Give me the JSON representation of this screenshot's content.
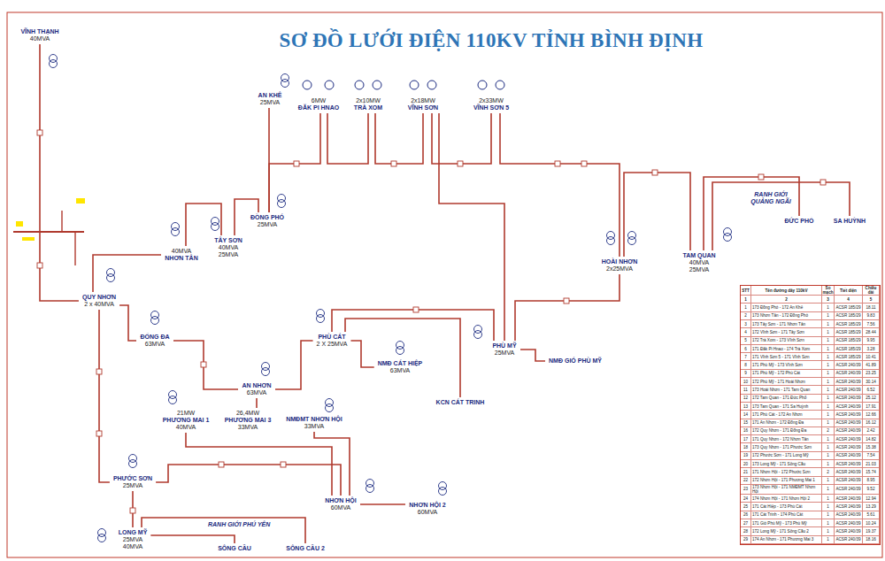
{
  "diagram": {
    "title": "SƠ ĐỒ LƯỚI ĐIỆN 110KV TỈNH BÌNH ĐỊNH",
    "nodes": [
      {
        "text": [
          "VĨNH THẠNH",
          "40MVA"
        ]
      },
      {
        "text": [
          "AN KHÊ",
          "25MVA"
        ]
      },
      {
        "text": [
          "6MW",
          "ĐĂK PI HNAO"
        ]
      },
      {
        "text": [
          "2x10MW",
          "TRÀ XOM"
        ]
      },
      {
        "text": [
          "2x18MW",
          "VĨNH SƠN"
        ]
      },
      {
        "text": [
          "2x33MW",
          "VĨNH SƠN 5"
        ]
      },
      {
        "text": [
          "40MVA",
          "NHƠN TÂN"
        ]
      },
      {
        "text": [
          "TÂY SƠN",
          "40MVA",
          "25MVA"
        ]
      },
      {
        "text": [
          "ĐỒNG PHÓ",
          "25MVA"
        ]
      },
      {
        "text": [
          "ĐỨC PHỔ"
        ]
      },
      {
        "text": [
          "SA HUỲNH"
        ]
      },
      {
        "text": [
          "HOÀI NHƠN",
          "2x25MVA"
        ]
      },
      {
        "text": [
          "TAM QUAN",
          "40MVA",
          "25MVA"
        ]
      },
      {
        "text": [
          "QUY NHƠN",
          "2 x 40MVA"
        ]
      },
      {
        "text": [
          "ĐỐNG ĐA",
          "63MVA"
        ]
      },
      {
        "text": [
          "PHÙ CÁT",
          "2 X 25MVA"
        ]
      },
      {
        "text": [
          "AN NHƠN",
          "63MVA"
        ]
      },
      {
        "text": [
          "NMĐ CÁT HIỆP",
          "63MVA"
        ]
      },
      {
        "text": [
          "KCN CÁT TRINH"
        ]
      },
      {
        "text": [
          "PHÙ MỸ",
          "25MVA"
        ]
      },
      {
        "text": [
          "NMĐ GIÓ PHÙ MỸ"
        ]
      },
      {
        "text": [
          "21MW",
          "PHƯƠNG MAI 1",
          "40MVA"
        ]
      },
      {
        "text": [
          "26,4MW",
          "PHƯƠNG MAI 3",
          "33MVA"
        ]
      },
      {
        "text": [
          "NMĐMT NHƠN HỘI",
          "33MVA"
        ]
      },
      {
        "text": [
          "PHƯỚC SƠN",
          "25MVA"
        ]
      },
      {
        "text": [
          "LONG MỸ",
          "25MVA",
          "40MVA"
        ]
      },
      {
        "text": [
          "NHƠN HỘI",
          "60MVA"
        ]
      },
      {
        "text": [
          "NHƠN HỘI 2",
          "60MVA"
        ]
      },
      {
        "text": [
          "SÔNG CẦU"
        ]
      },
      {
        "text": [
          "SÔNG CẦU 2"
        ]
      }
    ],
    "edges": [
      {
        "from": 0,
        "to": 13,
        "arrow": "none"
      },
      {
        "from": 13,
        "to": 6,
        "arrow": "none"
      },
      {
        "from": 6,
        "to": 7,
        "arrow": "none"
      },
      {
        "from": 7,
        "to": 8,
        "arrow": "none"
      },
      {
        "from": 8,
        "to": 1,
        "arrow": "none"
      },
      {
        "from": 8,
        "to": 2,
        "arrow": "none"
      },
      {
        "from": 2,
        "to": 3,
        "arrow": "none"
      },
      {
        "from": 3,
        "to": 4,
        "arrow": "none"
      },
      {
        "from": 4,
        "to": 5,
        "arrow": "none"
      },
      {
        "from": 5,
        "to": 11,
        "arrow": "none"
      },
      {
        "from": 11,
        "to": 12,
        "arrow": "none"
      },
      {
        "from": 12,
        "to": 9,
        "arrow": "none"
      },
      {
        "from": 12,
        "to": 10,
        "arrow": "none"
      },
      {
        "from": 4,
        "to": 19,
        "arrow": "none"
      },
      {
        "from": 19,
        "to": 11,
        "arrow": "none"
      },
      {
        "from": 19,
        "to": 20,
        "arrow": "none"
      },
      {
        "from": 19,
        "to": 15,
        "arrow": "none"
      },
      {
        "from": 15,
        "to": 16,
        "arrow": "none"
      },
      {
        "from": 15,
        "to": 17,
        "arrow": "none"
      },
      {
        "from": 15,
        "to": 18,
        "arrow": "none"
      },
      {
        "from": 16,
        "to": 14,
        "arrow": "none"
      },
      {
        "from": 14,
        "to": 13,
        "arrow": "none"
      },
      {
        "from": 13,
        "to": 24,
        "arrow": "none"
      },
      {
        "from": 24,
        "to": 25,
        "arrow": "none"
      },
      {
        "from": 25,
        "to": 28,
        "arrow": "none"
      },
      {
        "from": 25,
        "to": 29,
        "arrow": "none"
      },
      {
        "from": 24,
        "to": 26,
        "arrow": "none"
      },
      {
        "from": 26,
        "to": 27,
        "arrow": "none"
      },
      {
        "from": 26,
        "to": 21,
        "arrow": "none"
      },
      {
        "from": 26,
        "to": 23,
        "arrow": "none"
      },
      {
        "from": 16,
        "to": 22,
        "arrow": "none"
      }
    ],
    "labels": [
      "RANH GIỚI QUẢNG NGÃI",
      "RANH GIỚI PHÚ YÊN",
      "STT",
      "Tên đường dây 110kV",
      "Số mạch",
      "Tiết diện",
      "Chiều dài",
      "1",
      "2",
      "3",
      "4",
      "5",
      "1",
      "173 Đồng Phó - 172 An Khê",
      "1",
      "ACSR 185/29",
      "18.11",
      "2",
      "173 Nhơn Tân - 172 Đồng Phó",
      "1",
      "ACSR 185/29",
      "9.83",
      "3",
      "173 Tây Sơn - 171 Nhơn Tân",
      "1",
      "ACSR 185/29",
      "7.56",
      "4",
      "172 Vĩnh Sơn - 171 Tây Sơn",
      "1",
      "ACSR 185/29",
      "28.44",
      "5",
      "172 Trà Xom - 173 Vĩnh Sơn",
      "1",
      "ACSR 185/29",
      "9.95",
      "6",
      "171 Đăk Pi Hnao - 174 Trà Xom",
      "1",
      "ACSR 185/29",
      "3.28",
      "7",
      "171 Vĩnh Sơn 5 - 171 Vĩnh Sơn",
      "1",
      "ACSR 185/29",
      "10.41",
      "8",
      "171 Phù Mỹ - 173 Vĩnh Sơn",
      "1",
      "ACSR 240/39",
      "41.89",
      "9",
      "171 Phù Mỹ - 172 Phù Cát",
      "1",
      "ACSR 240/39",
      "23.25",
      "10",
      "172 Phù Mỹ - 171 Hoài Nhơn",
      "1",
      "ACSR 240/39",
      "30.14",
      "11",
      "173 Hoài Nhơn - 171 Tam Quan",
      "1",
      "ACSR 240/39",
      "6.52",
      "12",
      "172 Tam Quan - 171 Đức Phổ",
      "1",
      "ACSR 240/39",
      "25.12",
      "13",
      "173 Tam Quan - 171 Sa Huỳnh",
      "1",
      "ACSR 240/39",
      "17.91",
      "14",
      "171 Phù Cát - 172 An Nhơn",
      "1",
      "ACSR 240/39",
      "12.66",
      "15",
      "171 An Nhơn - 172 Đống Đa",
      "1",
      "ACSR 240/39",
      "16.12",
      "16",
      "172 Quy Nhơn - 171 Đống Đa",
      "2",
      "ACSR 240/39",
      "2.42",
      "17",
      "171 Quy Nhơn - 172 Nhơn Tân",
      "1",
      "ACSR 240/39",
      "14.82",
      "18",
      "173 Quy Nhơn - 171 Phước Sơn",
      "1",
      "ACSR 240/39",
      "15.38",
      "19",
      "172 Phước Sơn - 171 Long Mỹ",
      "1",
      "ACSR 240/39",
      "7.54",
      "20",
      "173 Long Mỹ - 171 Sông Cầu",
      "1",
      "ACSR 240/39",
      "21.03",
      "21",
      "171 Nhơn Hội - 172 Phước Sơn",
      "2",
      "ACSR 240/39",
      "15.74",
      "22",
      "172 Nhơn Hội - 171 Phương Mai 1",
      "1",
      "ACSR 240/39",
      "8.95",
      "23",
      "173 Nhơn Hội - 171 NMĐMT Nhơn Hội",
      "1",
      "ACSR 240/39",
      "9.52",
      "24",
      "174 Nhơn Hội - 171 Nhơn Hội 2",
      "1",
      "ACSR 240/39",
      "12.94",
      "25",
      "171 Cát Hiệp - 173 Phù Cát",
      "1",
      "ACSR 240/39",
      "13.29",
      "26",
      "171 Cát Trinh - 174 Phù Cát",
      "1",
      "ACSR 240/39",
      "5.61",
      "27",
      "171 Gió Phù Mỹ - 173 Phù Mỹ",
      "1",
      "ACSR 240/39",
      "10.24",
      "28",
      "172 Long Mỹ - 171 Sông Cầu 2",
      "1",
      "ACSR 240/39",
      "19.37",
      "29",
      "174 An Nhơn - 171 Phương Mai 3",
      "1",
      "ACSR 240/39",
      "18.16"
    ]
  }
}
